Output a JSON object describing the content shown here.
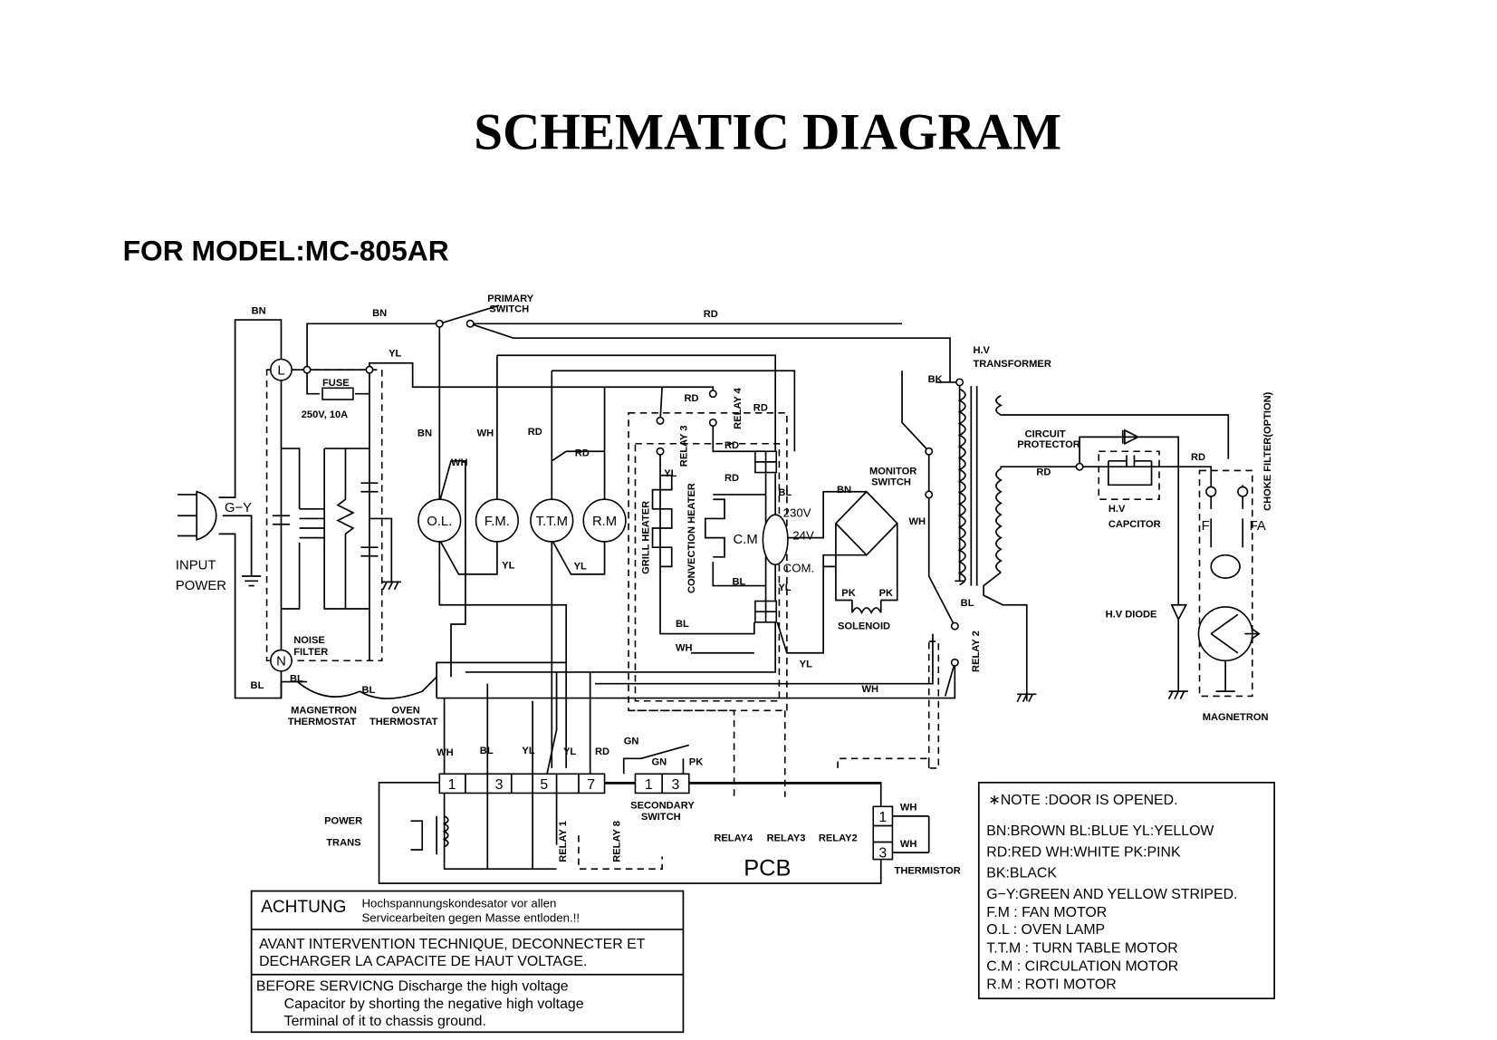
{
  "title": "SCHEMATIC DIAGRAM",
  "model": "FOR MODEL:MC-805AR",
  "components": {
    "primary_switch": [
      "PRIMARY",
      "SWITCH"
    ],
    "fuse": "FUSE",
    "fuse_rating": "250V, 10A",
    "noise_filter": [
      "NOISE",
      "FILTER"
    ],
    "input_power": [
      "INPUT",
      "POWER"
    ],
    "gy": "G−Y",
    "l_terminal": "L",
    "n_terminal": "N",
    "oven_lamp": "O.L.",
    "fan_motor": "F.M.",
    "turntable_motor": "T.T.M",
    "roti_motor": "R.M",
    "grill_heater": "GRILL HEATER",
    "convection_heater": "CONVECTION HEATER",
    "relay4": "RELAY 4",
    "relay3": "RELAY 3",
    "relay2": "RELAY 2",
    "circulation_motor": "C.M",
    "v230": "230V",
    "v24": "24V",
    "com": "COM.",
    "monitor_switch": [
      "MONITOR",
      "SWITCH"
    ],
    "solenoid": "SOLENOID",
    "hv_transformer": [
      "H.V",
      "TRANSFORMER"
    ],
    "circuit_protector": [
      "CIRCUIT",
      "PROTECTOR"
    ],
    "hv_capacitor": [
      "H.V",
      "CAPCITOR"
    ],
    "hv_diode": "H.V DIODE",
    "choke_filter": "CHOKE FILTER(OPTION)",
    "f": "F",
    "fa": "FA",
    "magnetron": "MAGNETRON",
    "magnetron_thermostat": [
      "MAGNETRON",
      "THERMOSTAT"
    ],
    "oven_thermostat": [
      "OVEN",
      "THERMOSTAT"
    ],
    "power_trans": [
      "POWER",
      "TRANS"
    ],
    "connector_terminals": [
      "1",
      "3",
      "5",
      "7"
    ],
    "secondary_terminals": [
      "1",
      "3"
    ],
    "secondary_switch": [
      "SECONDARY",
      "SWITCH"
    ],
    "relay1": "RELAY 1",
    "relay8": "RELAY 8",
    "pcb": "PCB",
    "pcb_relays": [
      "RELAY4",
      "RELAY3",
      "RELAY2"
    ],
    "thermistor": "THERMISTOR",
    "thermistor_terminals": [
      "1",
      "3"
    ]
  },
  "wire_labels": [
    "BN",
    "BN",
    "RD",
    "YL",
    "BN",
    "WH",
    "RD",
    "RD",
    "WH",
    "YL",
    "YL",
    "RD",
    "RD",
    "RD",
    "RD",
    "YL",
    "BL",
    "BL",
    "YL",
    "BL",
    "WH",
    "YL",
    "WH",
    "BN",
    "WH",
    "PK",
    "PK",
    "BK",
    "BL",
    "RD",
    "RD",
    "BL",
    "BL",
    "BL",
    "WH",
    "BL",
    "YL",
    "YL",
    "RD",
    "GN",
    "GN",
    "PK",
    "WH",
    "WH"
  ],
  "note": {
    "header": "∗NOTE  :DOOR IS OPENED.",
    "lines": [
      "BN:BROWN  BL:BLUE  YL:YELLOW",
      "RD:RED   WH:WHITE   PK:PINK",
      "BK:BLACK",
      "G−Y:GREEN AND YELLOW STRIPED.",
      "F.M  :  FAN MOTOR",
      "O.L  :  OVEN LAMP",
      "T.T.M  :  TURN TABLE MOTOR",
      "C.M  :  CIRCULATION MOTOR",
      "R.M  :  ROTI MOTOR"
    ]
  },
  "warnings": {
    "achtung_head": "ACHTUNG",
    "achtung": [
      "Hochspannungskondesator vor allen",
      "Servicearbeiten gegen Masse entloden.!!"
    ],
    "french": [
      "AVANT INTERVENTION TECHNIQUE, DECONNECTER ET",
      "DECHARGER LA CAPACITE DE HAUT VOLTAGE."
    ],
    "english": [
      "BEFORE SERVICNG Discharge the high voltage",
      "Capacitor by shorting the negative high voltage",
      "Terminal of it to chassis ground."
    ]
  }
}
